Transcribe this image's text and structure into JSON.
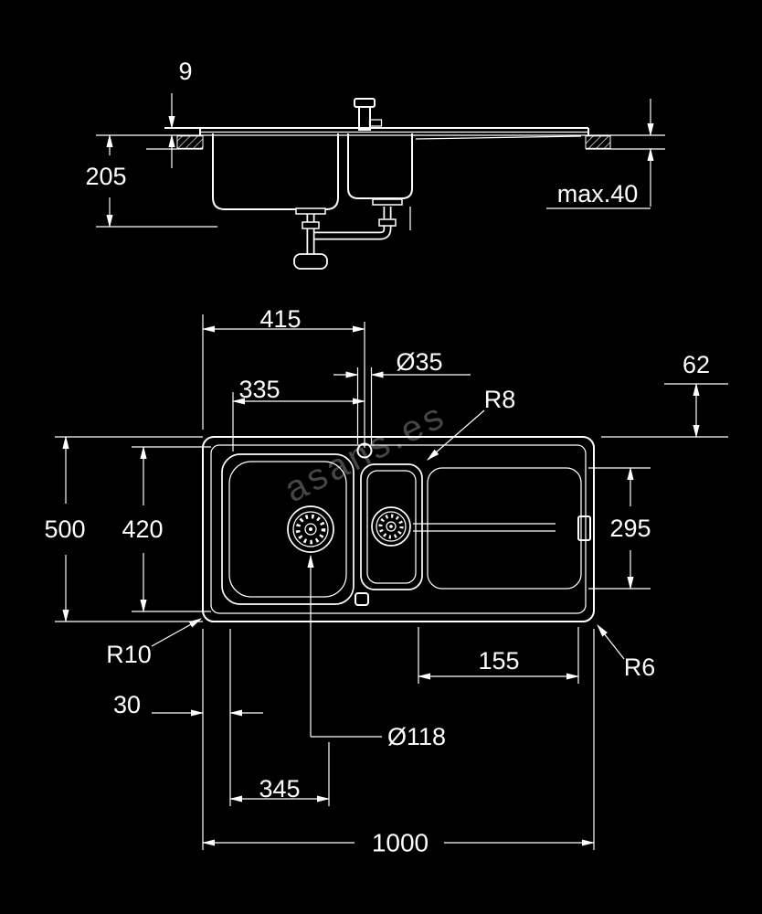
{
  "watermark": "asans.es",
  "side_view": {
    "rim_height": "9",
    "depth": "205",
    "counter_thickness": "max.40"
  },
  "top_view": {
    "tap_distance": "415",
    "tap_hole": "Ø35",
    "rear_offset": "62",
    "bowl_to_tap": "335",
    "radius_inner": "R8",
    "overall_depth": "500",
    "inner_depth": "420",
    "drainboard_depth": "295",
    "radius_left": "R10",
    "drainboard_length": "155",
    "radius_right": "R6",
    "edge_offset": "30",
    "drain_diameter": "Ø118",
    "bowl_center": "345",
    "overall_width": "1000"
  }
}
